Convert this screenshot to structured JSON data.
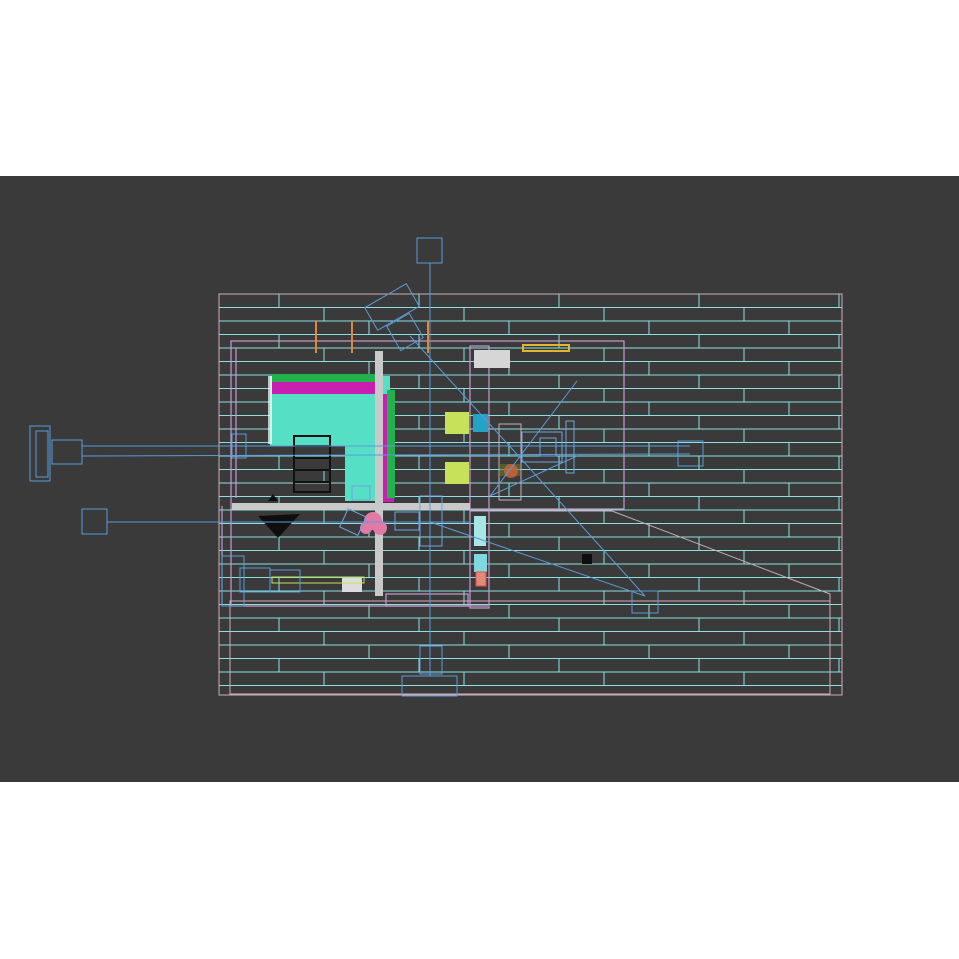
{
  "viewport": {
    "view": "top",
    "shading": "wireframe",
    "background_color": "#3a3a3a",
    "outer_color": "#ffffff"
  },
  "colors": {
    "floor_planks": "#8ee0e0",
    "floor_border": "#c9aeb6",
    "walls": "#c59bd1",
    "camera": "#5b9bd8",
    "target_line": "#6ea4dd",
    "sofa_fill": "#55e0c6",
    "sofa_back": "#c81fb2",
    "sofa_arm": "#21b24b",
    "column": "#c9c9c9",
    "chair_yellow": "#c7e25a",
    "chair_cyan": "#23a3c6",
    "light_yellow": "#e0b72c",
    "flowers": "#e27aa8",
    "decor_orange": "#e0883a",
    "dark_object": "#0e0e0e"
  },
  "scene_objects": {
    "floor_planks": "wood-floor-planks",
    "floor_border": "floor-outline",
    "walls": "room-walls",
    "sofa": "sectional-sofa",
    "rack": "shelf-rack",
    "column": "central-column",
    "chairs": "accent-chairs",
    "armchair": "armchair",
    "cameras": "scene-cameras",
    "lights": "ceiling-lights",
    "table": "coffee-table",
    "flowers": "flower-arrangement"
  }
}
